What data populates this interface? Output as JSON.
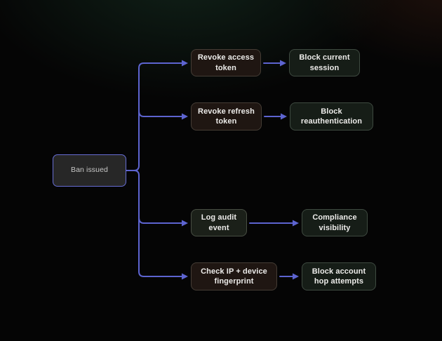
{
  "diagram": {
    "type": "flowchart",
    "background_color": "#050505",
    "connector_color": "#5d64d0",
    "nodes": {
      "ban": {
        "label": "Ban issued",
        "fill": "#272727",
        "border": "#666dd4"
      },
      "revoke_access": {
        "label": "Revoke access token",
        "fill": "#1f1612",
        "border": "#453d35"
      },
      "revoke_refresh": {
        "label": "Revoke refresh token",
        "fill": "#1f1612",
        "border": "#453d35"
      },
      "log_audit": {
        "label": "Log audit event",
        "fill": "#1b2019",
        "border": "#484e43"
      },
      "check_ip": {
        "label": "Check IP + device fingerprint",
        "fill": "#1f1612",
        "border": "#453d35"
      },
      "block_session": {
        "label": "Block current session",
        "fill": "#161d17",
        "border": "#3e4a40"
      },
      "block_reauth": {
        "label": "Block reauthentication",
        "fill": "#161d17",
        "border": "#3e4a40"
      },
      "compliance": {
        "label": "Compliance visibility",
        "fill": "#161d17",
        "border": "#3e4a40"
      },
      "block_hop": {
        "label": "Block account hop attempts",
        "fill": "#161d17",
        "border": "#3e4a40"
      }
    },
    "edges": [
      {
        "from": "ban",
        "to": "revoke_access"
      },
      {
        "from": "ban",
        "to": "revoke_refresh"
      },
      {
        "from": "ban",
        "to": "log_audit"
      },
      {
        "from": "ban",
        "to": "check_ip"
      },
      {
        "from": "revoke_access",
        "to": "block_session"
      },
      {
        "from": "revoke_refresh",
        "to": "block_reauth"
      },
      {
        "from": "log_audit",
        "to": "compliance"
      },
      {
        "from": "check_ip",
        "to": "block_hop"
      }
    ]
  }
}
